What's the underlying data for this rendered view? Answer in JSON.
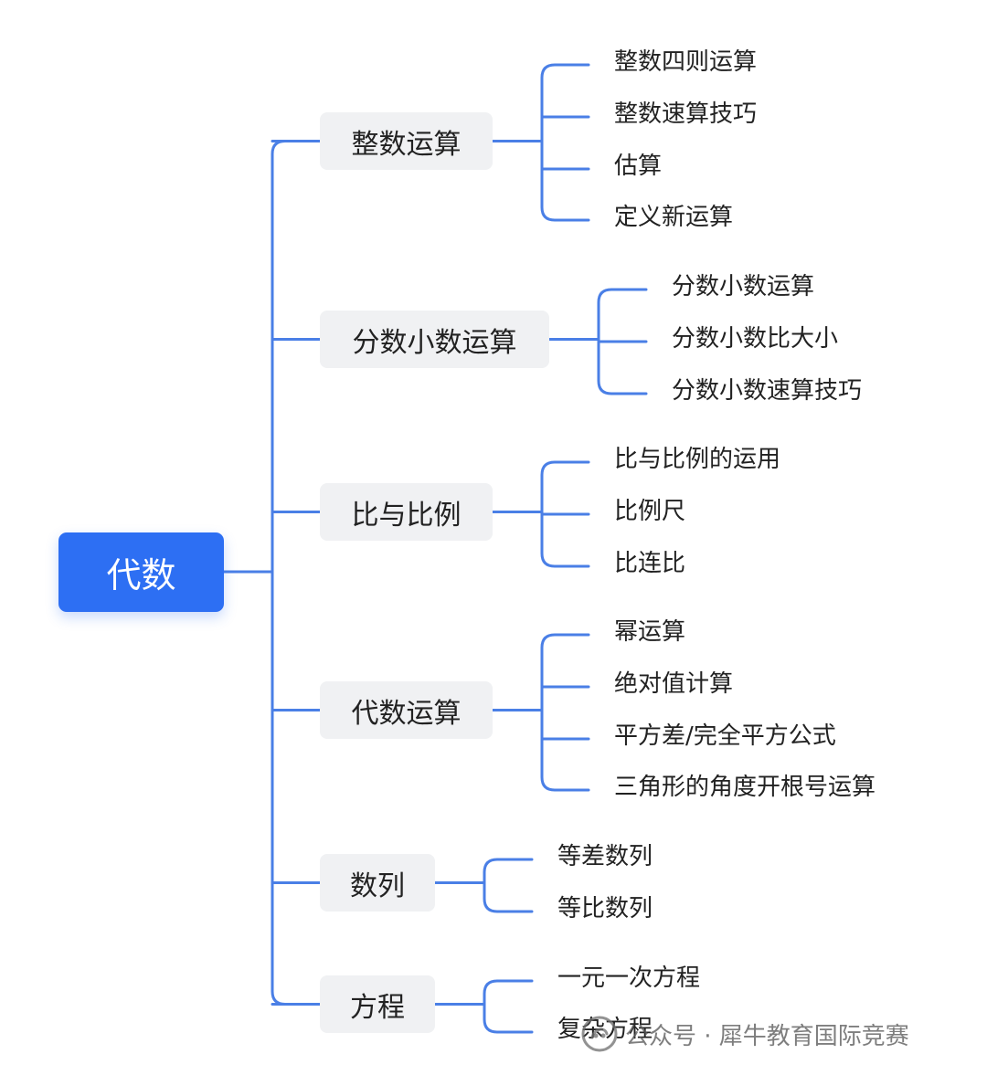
{
  "root": {
    "label": "代数"
  },
  "branches": [
    {
      "label": "整数运算",
      "children": [
        "整数四则运算",
        "整数速算技巧",
        "估算",
        "定义新运算"
      ]
    },
    {
      "label": "分数小数运算",
      "children": [
        "分数小数运算",
        "分数小数比大小",
        "分数小数速算技巧"
      ]
    },
    {
      "label": "比与比例",
      "children": [
        "比与比例的运用",
        "比例尺",
        "比连比"
      ]
    },
    {
      "label": "代数运算",
      "children": [
        "幂运算",
        "绝对值计算",
        "平方差/完全平方公式",
        "三角形的角度开根号运算"
      ]
    },
    {
      "label": "数列",
      "children": [
        "等差数列",
        "等比数列"
      ]
    },
    {
      "label": "方程",
      "children": [
        "一元一次方程",
        "复杂方程"
      ]
    }
  ],
  "watermark": {
    "text": "公众号 · 犀牛教育国际竞赛",
    "icon": "wechat-official-account-icon"
  },
  "colors": {
    "root_fill": "#2d6ff3",
    "connector": "#4a7fe6",
    "branch_fill": "#f0f1f3",
    "text": "#222222"
  }
}
